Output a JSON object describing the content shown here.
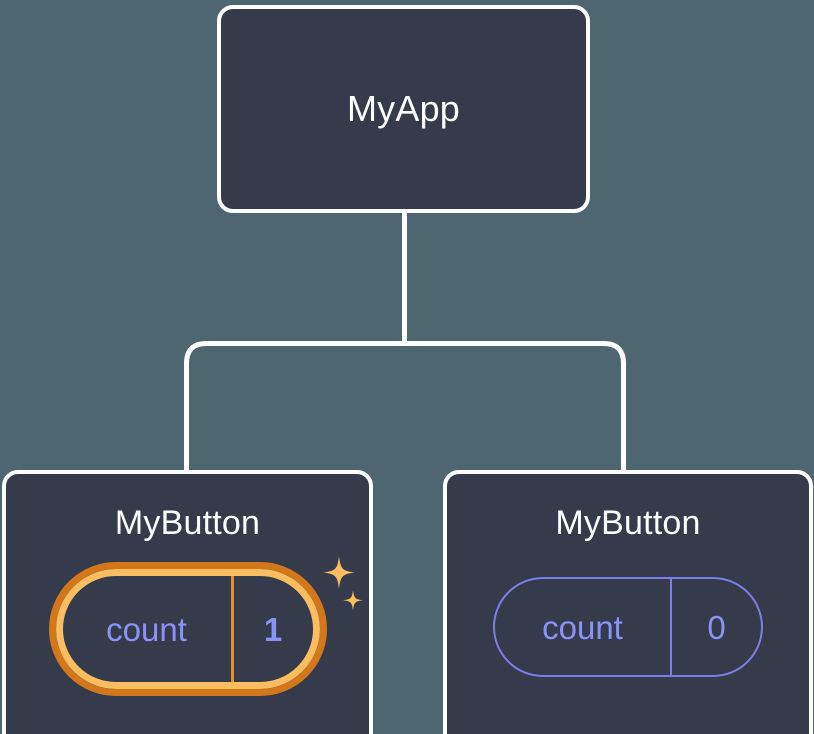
{
  "diagram": {
    "type": "component-tree",
    "background_color": "#4e6670",
    "node_fill_color": "#353b4a",
    "node_border_color": "#ffffff",
    "connector_color": "#ffffff",
    "state_accent_color": "#8b93f8",
    "highlight_outer_color": "#d2781a",
    "highlight_inner_color": "#fbbd61",
    "sparkle_color": "#fbbd61"
  },
  "root": {
    "title": "MyApp"
  },
  "children": [
    {
      "title": "MyButton",
      "state": {
        "key": "count",
        "value": "1"
      },
      "highlighted": true,
      "sparkle_icons": [
        "sparkle-large-icon",
        "sparkle-small-icon"
      ]
    },
    {
      "title": "MyButton",
      "state": {
        "key": "count",
        "value": "0"
      },
      "highlighted": false
    }
  ]
}
